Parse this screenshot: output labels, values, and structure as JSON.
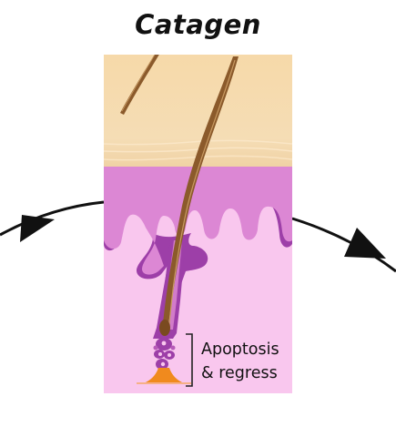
{
  "title": "Catagen",
  "annotation": {
    "line1": "Apoptosis",
    "line2": "& regress"
  },
  "colors": {
    "skin_surface": "#f5d9ab",
    "dermis_purple": "#d984d2",
    "dermis_light": "#f9c9ee",
    "follicle_purple": "#9d3fa8",
    "hair_brown": "#8a5a2b",
    "papilla_orange": "#f08a1e",
    "cycle_arrow": "#111111"
  },
  "icons": [
    "cycle-arrow-left-icon",
    "cycle-arrow-right-icon"
  ]
}
